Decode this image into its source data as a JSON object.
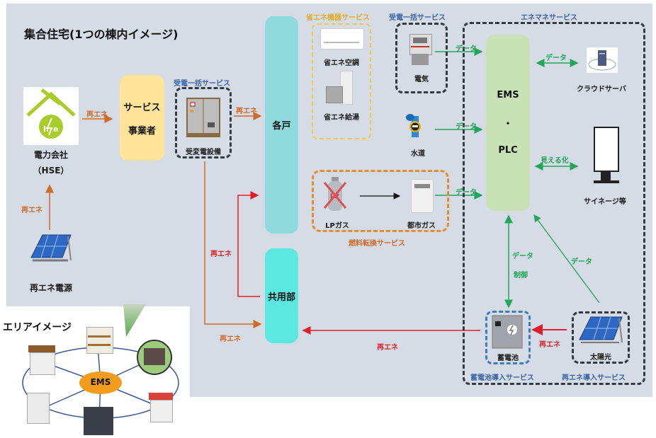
{
  "diagram": {
    "title": "集合住宅(1つの棟内イメージ)",
    "colors": {
      "background": "#d6dce5",
      "renewable_arrow": "#d06a28",
      "renewable_red_arrow": "#e01e2b",
      "data_arrow": "#23a55a",
      "service_label_blue": "#3c65a8",
      "service_label_gold": "#e4aa2a",
      "service_label_orange": "#d06a28",
      "kakoto_box": "#8fdadd",
      "kyoyobu_box": "#5ae8e0",
      "ems_box": "#c8e2b6",
      "service_provider_box": "#ffe49a"
    },
    "power_company": {
      "name": "電力会社",
      "sub": "（HSE）",
      "icon": "hse-logo-icon"
    },
    "renewable_source": {
      "name": "再エネ電源",
      "icon": "solar-panel-icon"
    },
    "service_provider": {
      "line1": "サービス",
      "line2": "事業者"
    },
    "bulk_power_left": {
      "service_label": "受電一括サービス",
      "equipment": "受変電設備",
      "icon": "substation-icon"
    },
    "kakoto": "各戸",
    "kyoyobu": "共用部",
    "energy_saving": {
      "service_label": "省エネ機器サービス",
      "items": [
        {
          "name": "省エネ空調",
          "icon": "air-conditioner-icon"
        },
        {
          "name": "省エネ給湯",
          "icon": "water-heater-icon"
        }
      ]
    },
    "fuel_conversion": {
      "service_label": "燃料転換サービス",
      "from": {
        "name": "LPガス",
        "icon": "lp-gas-cylinder-crossed-icon",
        "badge": "LP"
      },
      "to": {
        "name": "都市ガス",
        "icon": "gas-meter-icon"
      }
    },
    "bulk_power_right": {
      "service_label": "受電一括サービス",
      "meter": "電気",
      "icon": "electric-meter-icon"
    },
    "water": {
      "name": "水道",
      "icon": "water-meter-icon"
    },
    "enemane": {
      "service_label": "エネマネサービス",
      "ems_line1": "EMS",
      "ems_line2": "・",
      "ems_line3": "PLC",
      "cloud": {
        "name": "クラウドサーバ",
        "icon": "cloud-server-icon"
      },
      "signage": {
        "name": "サイネージ等",
        "icon": "signage-icon"
      },
      "battery": {
        "name": "蓄電池",
        "service_label": "蓄電池導入サービス",
        "icon": "battery-icon"
      },
      "solar": {
        "name": "太陽光",
        "service_label": "再エネ導入サービス",
        "icon": "solar-panel-icon"
      }
    },
    "arrows": {
      "renewable": "再エネ",
      "data": "データ",
      "control": "制御",
      "visualize": "見える化"
    },
    "area_image": {
      "title": "エリアイメージ",
      "center": "EMS",
      "buildings": [
        "apartment-brown-roof",
        "apartment-balcony",
        "office-building-highlighted",
        "apartment-red-roof",
        "office-building-dark",
        "apartment-white"
      ]
    }
  }
}
